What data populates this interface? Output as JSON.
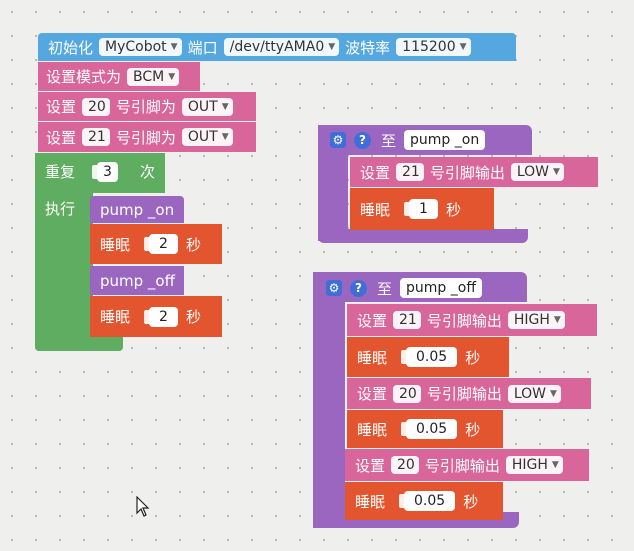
{
  "init": {
    "label": "初始化",
    "robot": "MyCobot",
    "port_label": "端口",
    "port": "/dev/ttyAMA0",
    "baud_label": "波特率",
    "baud": "115200"
  },
  "mode": {
    "label": "设置模式为",
    "value": "BCM"
  },
  "setup": [
    {
      "prefix": "设置",
      "pin": "20",
      "suffix": "号引脚为",
      "value": "OUT"
    },
    {
      "prefix": "设置",
      "pin": "21",
      "suffix": "号引脚为",
      "value": "OUT"
    }
  ],
  "loop": {
    "repeat_label": "重复",
    "count": "3",
    "times_label": "次",
    "do_label": "执行",
    "call_on": "pump _on",
    "sleep1": {
      "label": "睡眠",
      "value": "2",
      "unit": "秒"
    },
    "call_off": "pump _off",
    "sleep2": {
      "label": "睡眠",
      "value": "2",
      "unit": "秒"
    }
  },
  "func_on": {
    "to_label": "至",
    "name": "pump _on",
    "set": {
      "prefix": "设置",
      "pin": "21",
      "suffix": "号引脚输出",
      "value": "LOW"
    },
    "sleep": {
      "label": "睡眠",
      "value": "1",
      "unit": "秒"
    }
  },
  "func_off": {
    "to_label": "至",
    "name": "pump _off",
    "set1": {
      "prefix": "设置",
      "pin": "21",
      "suffix": "号引脚输出",
      "value": "HIGH"
    },
    "sleep1": {
      "label": "睡眠",
      "value": "0.05",
      "unit": "秒"
    },
    "set2": {
      "prefix": "设置",
      "pin": "20",
      "suffix": "号引脚输出",
      "value": "LOW"
    },
    "sleep2": {
      "label": "睡眠",
      "value": "0.05",
      "unit": "秒"
    },
    "set3": {
      "prefix": "设置",
      "pin": "20",
      "suffix": "号引脚输出",
      "value": "HIGH"
    },
    "sleep3": {
      "label": "睡眠",
      "value": "0.05",
      "unit": "秒"
    }
  },
  "colors": {
    "init": "#55a8df",
    "gpio": "#d9669a",
    "loop": "#5fad61",
    "function": "#9b66c0",
    "sleep": "#e3552e"
  },
  "icons": [
    "gear-icon",
    "help-icon",
    "dropdown-arrow-icon",
    "mouse-pointer-icon"
  ]
}
